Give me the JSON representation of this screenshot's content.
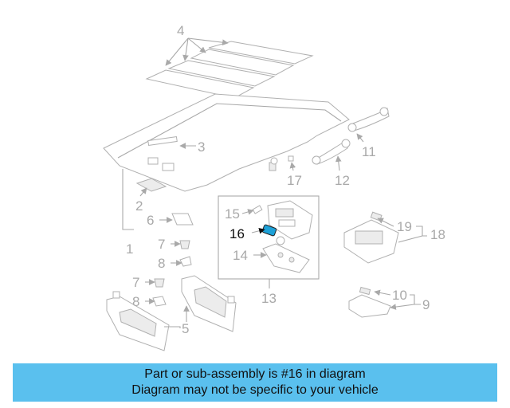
{
  "callouts": {
    "c1": "1",
    "c2": "2",
    "c3": "3",
    "c4": "4",
    "c5": "5",
    "c6": "6",
    "c7a": "7",
    "c7b": "7",
    "c8a": "8",
    "c8b": "8",
    "c9": "9",
    "c10": "10",
    "c11": "11",
    "c12": "12",
    "c13": "13",
    "c14": "14",
    "c15": "15",
    "c16": "16",
    "c17": "17",
    "c18": "18",
    "c19": "19"
  },
  "highlight_color": "#1da1d8",
  "banner": {
    "line1": "Part or sub-assembly is #16 in diagram",
    "line2": "Diagram may not be specific to your vehicle",
    "color": "#5ac0ee"
  }
}
